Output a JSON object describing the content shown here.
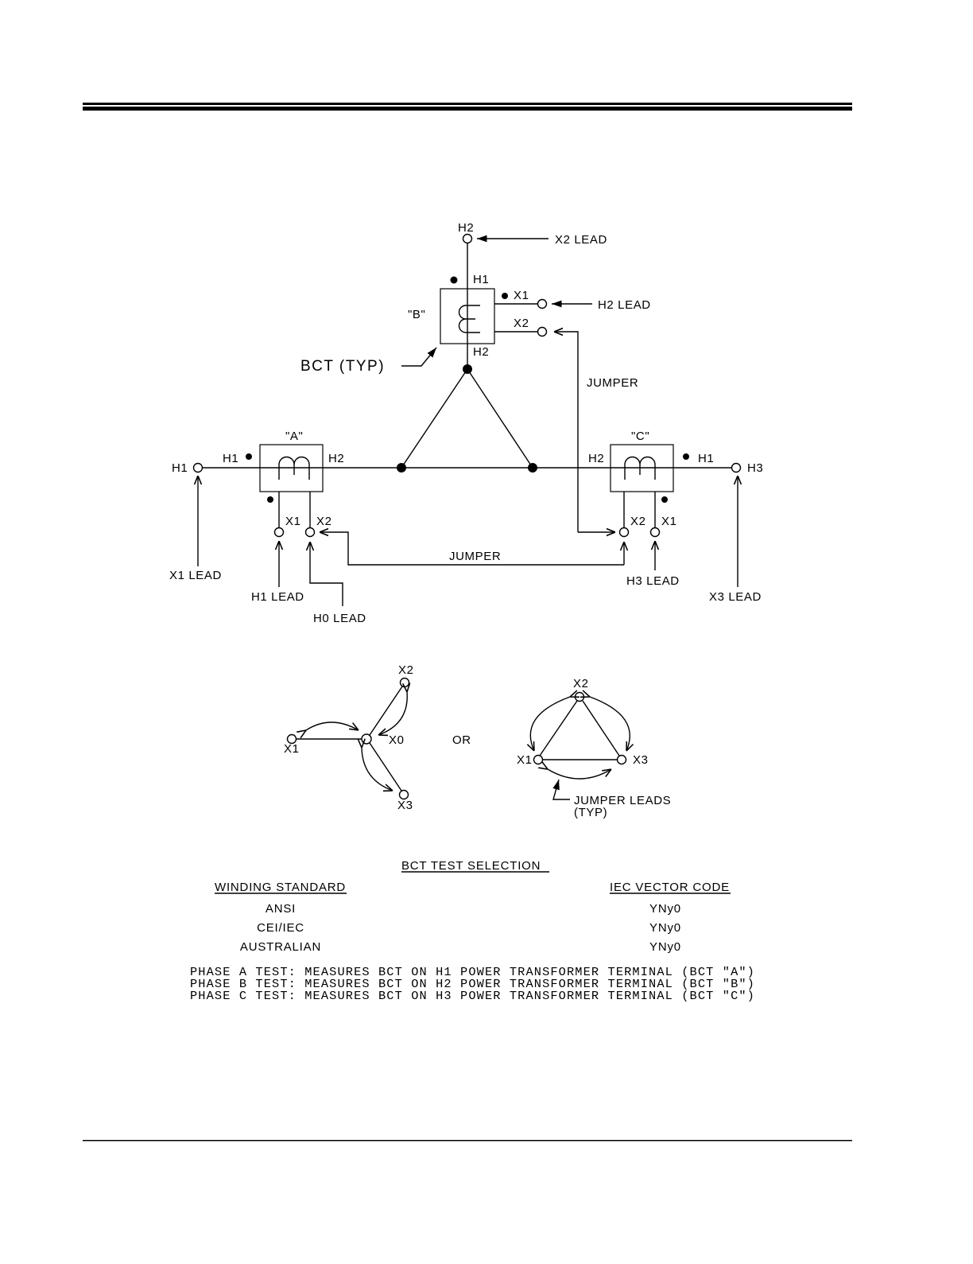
{
  "diagram": {
    "top_terminals": {
      "h2": "H2"
    },
    "bct_b": {
      "name": "\"B\"",
      "h1": "H1",
      "h2": "H2",
      "x1": "X1",
      "x2": "X2"
    },
    "bct_a": {
      "name": "\"A\"",
      "h1": "H1",
      "h2": "H2",
      "x1": "X1",
      "x2": "X2"
    },
    "bct_c": {
      "name": "\"C\"",
      "h1": "H1",
      "h2": "H2",
      "x1": "X1",
      "x2": "X2"
    },
    "terminals": {
      "h1": "H1",
      "h3": "H3"
    },
    "callouts": {
      "bct_typ": "BCT (TYP)",
      "x2_lead": "X2 LEAD",
      "h2_lead": "H2 LEAD",
      "jumper_upper": "JUMPER",
      "jumper_lower": "JUMPER",
      "x1_lead": "X1 LEAD",
      "h1_lead": "H1 LEAD",
      "h0_lead": "H0 LEAD",
      "h3_lead": "H3 LEAD",
      "x3_lead": "X3 LEAD"
    },
    "wye": {
      "x1": "X1",
      "x2": "X2",
      "x3": "X3",
      "x0": "X0"
    },
    "or_label": "OR",
    "delta": {
      "x1": "X1",
      "x2": "X2",
      "x3": "X3",
      "jumper_leads": "JUMPER LEADS",
      "typ": "(TYP)"
    }
  },
  "table": {
    "title": "BCT TEST SELECTION",
    "headers": {
      "standard": "WINDING STANDARD",
      "code": "IEC VECTOR CODE"
    },
    "rows": [
      {
        "standard": "ANSI",
        "code": "YNy0"
      },
      {
        "standard": "CEI/IEC",
        "code": "YNy0"
      },
      {
        "standard": "AUSTRALIAN",
        "code": "YNy0"
      }
    ]
  },
  "phase_notes": [
    "PHASE A TEST: MEASURES BCT ON H1 POWER TRANSFORMER TERMINAL (BCT \"A\")",
    "PHASE B TEST: MEASURES BCT ON H2 POWER TRANSFORMER TERMINAL (BCT \"B\")",
    "PHASE C TEST: MEASURES BCT ON H3 POWER TRANSFORMER TERMINAL (BCT \"C\")"
  ]
}
